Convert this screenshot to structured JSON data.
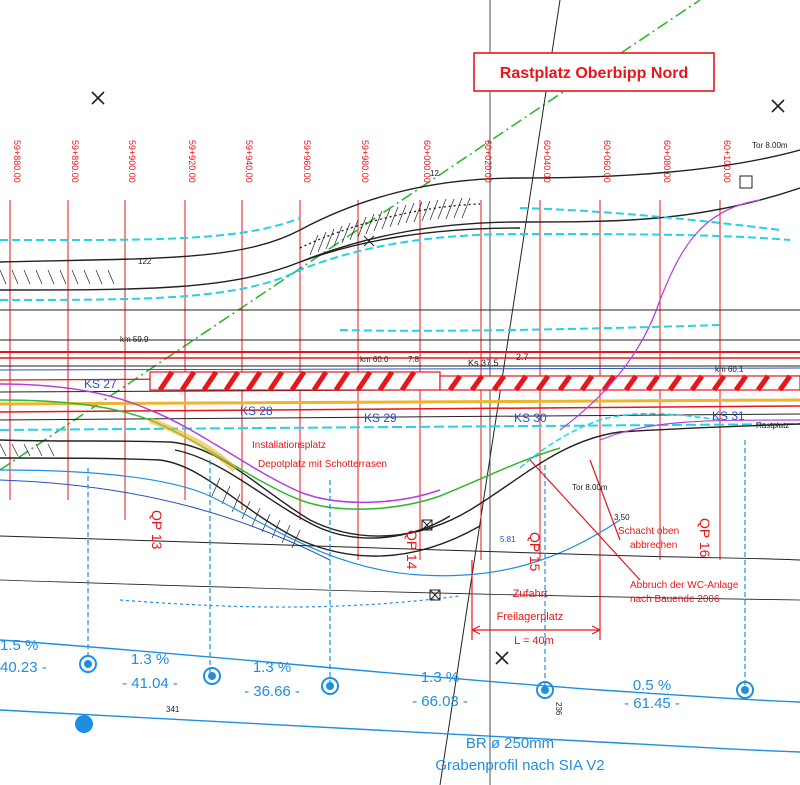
{
  "title": "Rastplatz Oberbipp Nord",
  "colors": {
    "red": "#e8161a",
    "blue": "#1e8fe0",
    "navy": "#2b4fc9",
    "green": "#2fb82f",
    "cyan": "#24d2e6",
    "magenta": "#b040e0",
    "dark": "#222222"
  },
  "stations": [
    "59+880.00",
    "59+890.00",
    "59+900.00",
    "59+920.00",
    "59+940.00",
    "59+960.00",
    "59+980.00",
    "60+000.00",
    "60+020.00",
    "60+040.00",
    "60+060.00",
    "60+080.00",
    "60+100.00"
  ],
  "kilometer": {
    "km_left": "km 59.9",
    "km_mid": "km 60.0",
    "km_right": "km 60.1",
    "ks": "Ks 37.5",
    "val": "2.7"
  },
  "control_points": [
    "KS 27",
    "KS 28",
    "KS 29",
    "KS 30",
    "KS 31"
  ],
  "cross_profiles": [
    "QP 13",
    "QP 14",
    "QP 15",
    "QP 16"
  ],
  "annotations": {
    "installation": "Installationsplatz",
    "depot": "Depotplatz mit Schotterrasen",
    "schacht_line1": "Schacht oben",
    "schacht_line2": "abbrechen",
    "abbruch_line1": "Abbruch der WC-Anlage",
    "abbruch_line2": "nach Bauende 2006",
    "zufahrt": "Zufahrt",
    "freilager": "Freilagerplatz",
    "length": "L = 40m",
    "tor_top": "Tor 8.00m",
    "tor_mid": "Tor 8.00m",
    "right_label": "Rastplatz"
  },
  "drainage": {
    "slopes": [
      "1.5 %",
      "1.3 %",
      "1.3 %",
      "1.3 %",
      "0.5 %"
    ],
    "lengths": [
      "40.23 -",
      "- 41.04 -",
      "- 36.66 -",
      "- 66.03 -",
      "- 61.45 -"
    ],
    "pipe": "BR  ø 250mm",
    "profile": "Grabenprofil nach SIA V2"
  },
  "small_labels": {
    "l122": "122",
    "l341": "341",
    "l12": "12",
    "l236": "236",
    "l78": "7.8",
    "l581": "5.81",
    "l350": "3.50"
  }
}
